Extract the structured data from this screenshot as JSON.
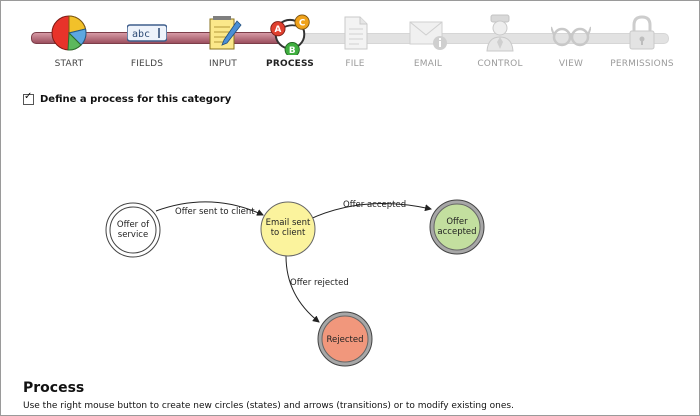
{
  "wizard": {
    "steps": [
      {
        "label": "START",
        "icon": "pie-chart-icon",
        "state": "done"
      },
      {
        "label": "FIELDS",
        "icon": "text-field-icon",
        "state": "done"
      },
      {
        "label": "INPUT",
        "icon": "notepad-pencil-icon",
        "state": "done"
      },
      {
        "label": "PROCESS",
        "icon": "process-states-icon",
        "state": "current"
      },
      {
        "label": "FILE",
        "icon": "document-icon",
        "state": "disabled"
      },
      {
        "label": "EMAIL",
        "icon": "email-info-icon",
        "state": "disabled"
      },
      {
        "label": "CONTROL",
        "icon": "inspector-icon",
        "state": "disabled"
      },
      {
        "label": "VIEW",
        "icon": "glasses-icon",
        "state": "disabled"
      },
      {
        "label": "PERMISSIONS",
        "icon": "padlock-icon",
        "state": "disabled"
      }
    ],
    "abc_text": "abc",
    "process_badges": {
      "a": "A",
      "b": "B",
      "c": "C"
    }
  },
  "define_process": {
    "checked": true,
    "label": "Define a process for this category"
  },
  "diagram": {
    "nodes": [
      {
        "id": "offer",
        "lines": [
          "Offer of",
          "service"
        ],
        "fill": "#ffffff",
        "type": "initial"
      },
      {
        "id": "email",
        "lines": [
          "Email sent",
          "to client"
        ],
        "fill": "#fbf39d",
        "type": "normal"
      },
      {
        "id": "accepted",
        "lines": [
          "Offer",
          "accepted"
        ],
        "fill": "#c3df9f",
        "type": "final"
      },
      {
        "id": "rejected",
        "lines": [
          "Rejected"
        ],
        "fill": "#f1977c",
        "type": "final"
      }
    ],
    "edges": [
      {
        "from": "offer",
        "to": "email",
        "label": "Offer sent to client"
      },
      {
        "from": "email",
        "to": "accepted",
        "label": "Offer accepted"
      },
      {
        "from": "email",
        "to": "rejected",
        "label": "Offer rejected"
      }
    ]
  },
  "footer": {
    "title": "Process",
    "help": "Use the right mouse button to create new circles (states) and arrows (transitions) or to modify existing ones."
  }
}
